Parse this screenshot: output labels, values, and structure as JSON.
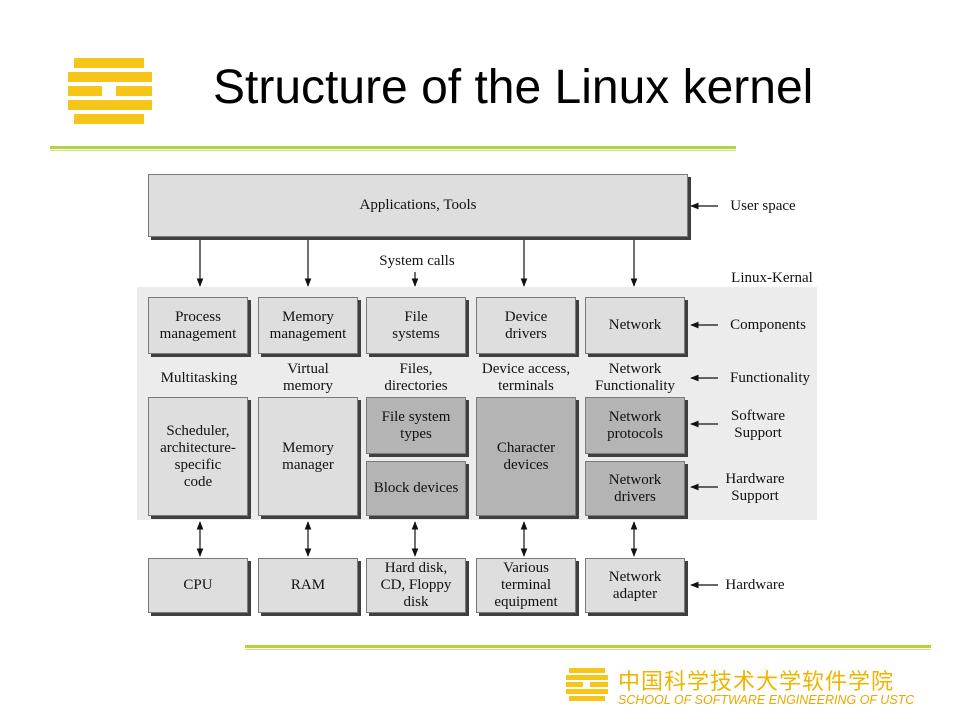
{
  "slide": {
    "title": "Structure of the Linux kernel",
    "accent_color": "#b5d33a",
    "logo_color": "#f5c518"
  },
  "diagram": {
    "applications": "Applications, Tools",
    "system_calls": "System calls",
    "kernel_label": "Linux-Kernal",
    "right_labels": {
      "user_space": "User space",
      "components": "Components",
      "functionality": "Functionality",
      "software_support": "Software\nSupport",
      "hardware_support": "Hardware\nSupport",
      "hardware": "Hardware"
    },
    "components": [
      "Process\nmanagement",
      "Memory\nmanagement",
      "File\nsystems",
      "Device\ndrivers",
      "Network"
    ],
    "functionality": [
      "Multitasking",
      "Virtual\nmemory",
      "Files,\ndirectories",
      "Device access,\nterminals",
      "Network\nFunctionality"
    ],
    "support": {
      "scheduler": "Scheduler,\narchitecture-\nspecific\ncode",
      "memory_manager": "Memory\nmanager",
      "fs_types": "File system\ntypes",
      "block_devices": "Block devices",
      "character_devices": "Character\ndevices",
      "network_protocols": "Network\nprotocols",
      "network_drivers": "Network\ndrivers"
    },
    "hardware": [
      "CPU",
      "RAM",
      "Hard disk,\nCD, Floppy\ndisk",
      "Various\nterminal\nequipment",
      "Network\nadapter"
    ]
  },
  "footer": {
    "school_cn": "中国科学技术大学软件学院",
    "school_en": "SCHOOL OF SOFTWARE ENGINEERING OF USTC"
  }
}
